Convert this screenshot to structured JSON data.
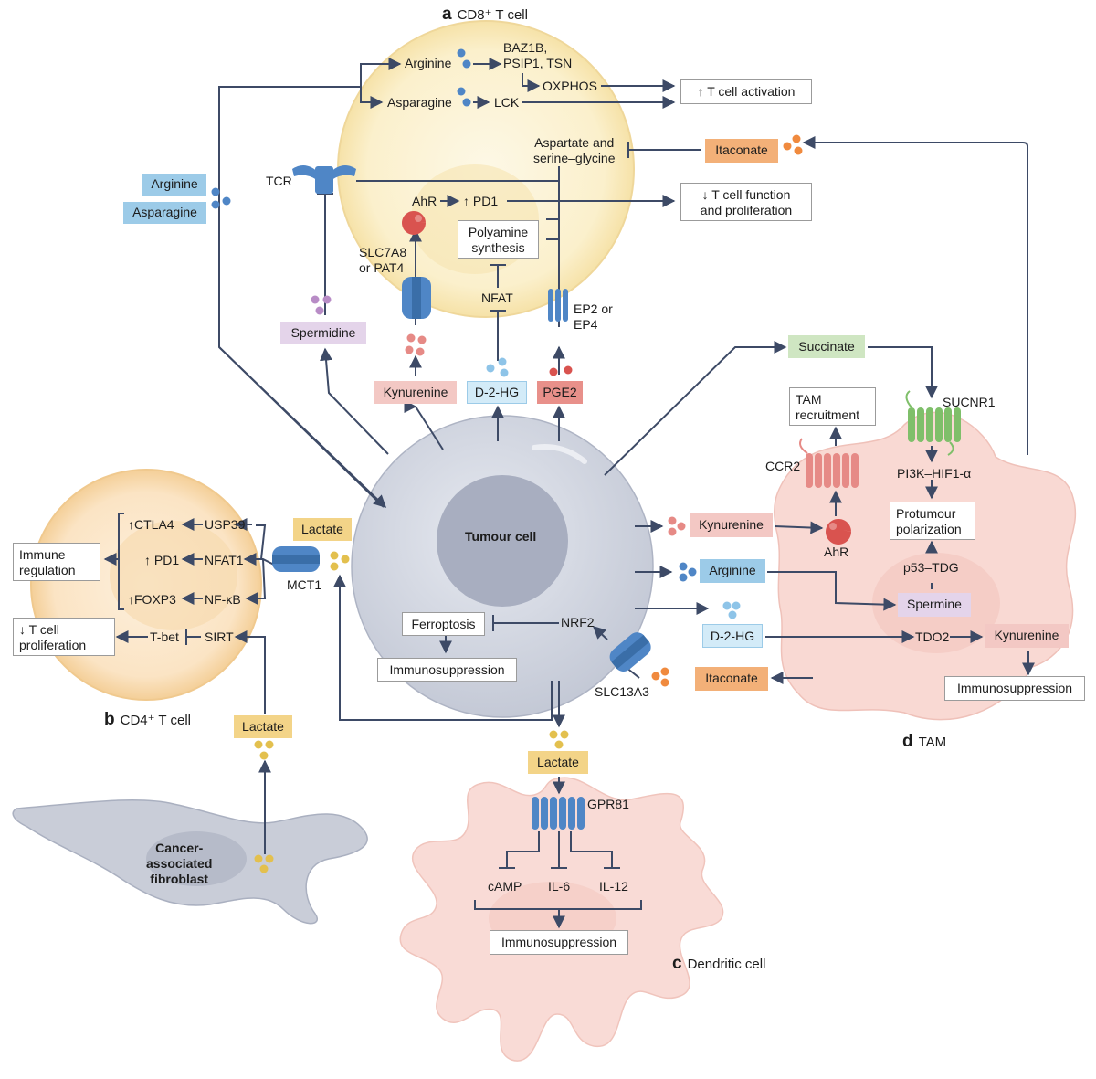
{
  "panels": {
    "a": {
      "letter": "a",
      "title": "CD8⁺ T cell"
    },
    "b": {
      "letter": "b",
      "title": "CD4⁺ T cell"
    },
    "c": {
      "letter": "c",
      "title": "Dendritic cell"
    },
    "d": {
      "letter": "d",
      "title": "TAM"
    }
  },
  "cd8": {
    "arginine": "Arginine",
    "baz": "BAZ1B,\nPSIP1, TSN",
    "oxphos": "OXPHOS",
    "t_activation": "↑ T cell activation",
    "asparagine": "Asparagine",
    "lck": "LCK",
    "asp_ser": "Aspartate and\nserine–glycine",
    "tcr": "TCR",
    "ahr": "AhR",
    "pd1": "↑ PD1",
    "t_function": "↓ T cell function\nand  proliferation",
    "polyamine": "Polyamine\nsynthesis",
    "slc7a8": "SLC7A8\nor PAT4",
    "nfat": "NFAT",
    "ep2": "EP2 or\nEP4"
  },
  "left_metabolites": {
    "arginine": "Arginine",
    "asparagine": "Asparagine"
  },
  "itaconate_top": "Itaconate",
  "spermidine": "Spermidine",
  "kynurenine_out": "Kynurenine",
  "d2hg_out": "D-2-HG",
  "pge2": "PGE2",
  "succinate": "Succinate",
  "tumour": {
    "name": "Tumour cell",
    "ferroptosis": "Ferroptosis",
    "immunosuppression": "Immunosuppression",
    "nrf2": "NRF2",
    "slc13a3": "SLC13A3",
    "lactate": "Lactate",
    "mct1": "MCT1"
  },
  "cd4": {
    "ctla4": "↑CTLA4",
    "usp39": "USP39",
    "pd1": "↑ PD1",
    "nfat1": "NFAT1",
    "foxp3": "↑FOXP3",
    "nfkb": "NF-κB",
    "immune_reg": "Immune\nregulation",
    "t_prolif": "↓ T cell\n    proliferation",
    "tbet": "T-bet",
    "sirt": "SIRT"
  },
  "caf": {
    "name": "Cancer-\nassociated\nfibroblast",
    "lactate": "Lactate"
  },
  "dc": {
    "lactate": "Lactate",
    "gpr81": "GPR81",
    "camp": "cAMP",
    "il6": "IL-6",
    "il12": "IL-12",
    "immunosuppression": "Immunosuppression"
  },
  "tam": {
    "tam_recruit": "TAM\nrecruitment",
    "ccr2": "CCR2",
    "sucnr1": "SUCNR1",
    "pi3k": "PI3K–HIF1-α",
    "protumour": "Protumour\npolarization",
    "p53": "p53–TDG",
    "ahr": "AhR",
    "kynurenine": "Kynurenine",
    "arginine": "Arginine",
    "spermine": "Spermine",
    "d2hg": "D-2-HG",
    "tdo2": "TDO2",
    "kynurenine2": "Kynurenine",
    "immunosuppression": "Immunosuppression",
    "itaconate": "Itaconate"
  },
  "colors": {
    "arrow": "#3d4a66",
    "blue_receptor": "#4f86c6",
    "pink_receptor": "#e68a86",
    "green_receptor": "#7fbf6a",
    "cd8_fill": "#fbf2d4",
    "cd4_fill": "#fbe6c9",
    "tumour_fill": "#d7dbe6",
    "tam_fill": "#f9d9d3",
    "dc_fill": "#f9dbd6",
    "caf_fill": "#c9cdd8"
  }
}
